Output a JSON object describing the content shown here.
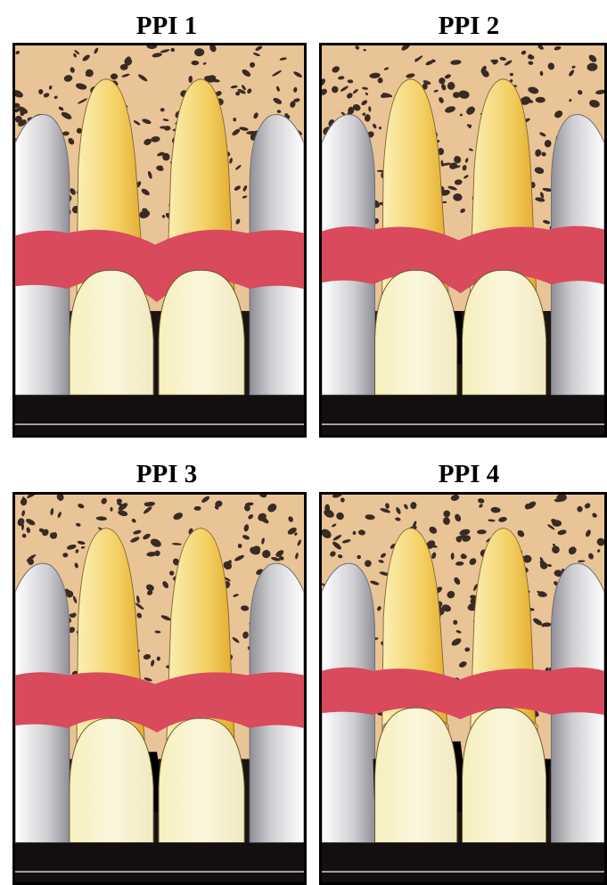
{
  "panels": [
    {
      "id": "1",
      "title": "PPI 1"
    },
    {
      "id": "2",
      "title": "PPI 2"
    },
    {
      "id": "3",
      "title": "PPI 3"
    },
    {
      "id": "4",
      "title": "PPI 4"
    }
  ],
  "colors": {
    "bone": "#e9c497",
    "bone_pore": "#3a2a24",
    "gingiva": "#d94a5c",
    "root": "#f3cf62",
    "crown": "#fbf7dc",
    "adjacent_tooth": "#cfcfd3",
    "background": "#1a1414"
  }
}
